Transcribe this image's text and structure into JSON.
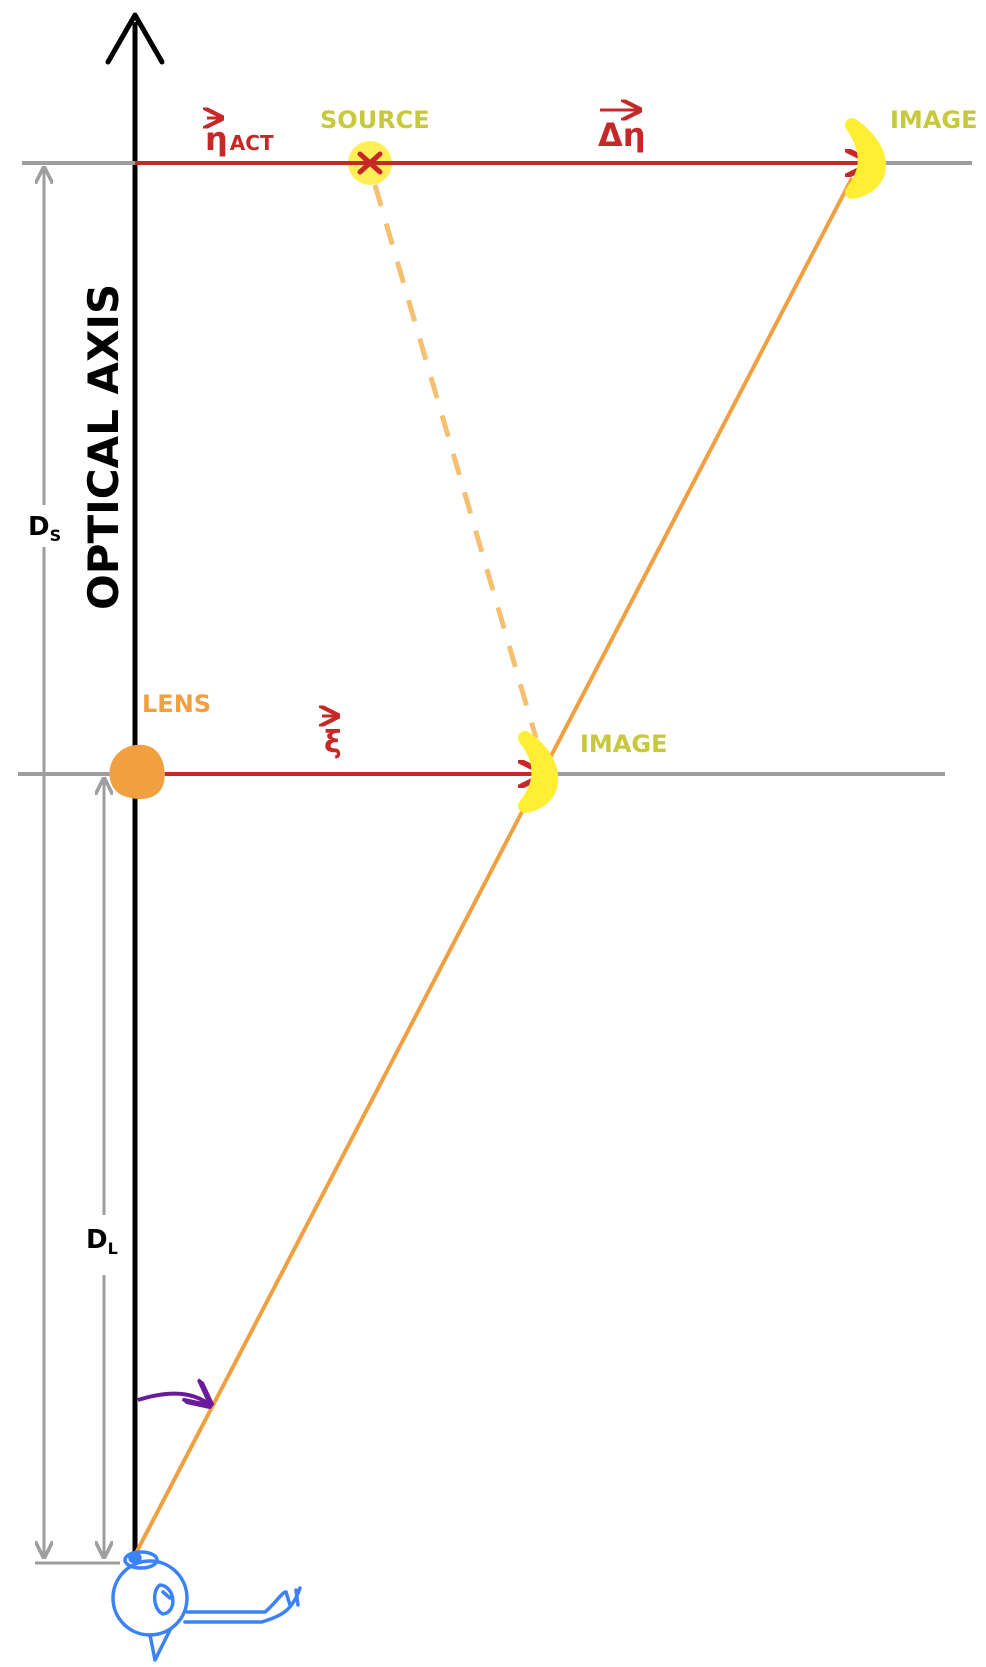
{
  "labels": {
    "optical_axis": "OPTICAL AXIS",
    "source": "SOURCE",
    "image_far": "IMAGE",
    "image_near": "IMAGE",
    "lens": "LENS",
    "eta_act_main": "η",
    "eta_act_sub": "ACT",
    "delta_eta": "Δη",
    "xi": "ξ",
    "ds_main": "D",
    "ds_sub": "S",
    "dl_main": "D",
    "dl_sub": "L"
  },
  "colors": {
    "axis": "#000000",
    "plane": "#9e9e9e",
    "vector": "#c62828",
    "ray": "#f0a040",
    "ray_dashed": "#f5c070",
    "source_glow": "#ffee58",
    "image": "#ffee33",
    "lens": "#f0a040",
    "label_yellow": "#c8c83c",
    "label_orange": "#f0a040",
    "label_red": "#c62828",
    "angle": "#6a1b9a",
    "observer": "#3b82f6"
  }
}
